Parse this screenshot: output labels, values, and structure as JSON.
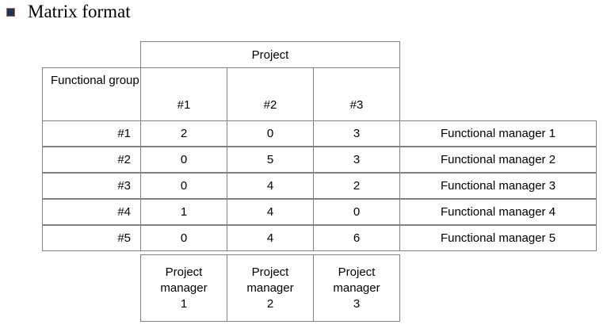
{
  "slide": {
    "title": "Matrix format",
    "bullet_icon": "square-bullet-icon",
    "bullet_color": "#17365D",
    "background_color": "#FFFFFF",
    "border_color": "#808080"
  },
  "table": {
    "project_header": "Project",
    "row_header_label": "Functional group",
    "project_columns": [
      "#1",
      "#2",
      "#3"
    ],
    "rows": [
      {
        "label": "#1",
        "values": [
          "2",
          "0",
          "3"
        ],
        "manager": "Functional manager 1"
      },
      {
        "label": "#2",
        "values": [
          "0",
          "5",
          "3"
        ],
        "manager": "Functional manager 2"
      },
      {
        "label": "#3",
        "values": [
          "0",
          "4",
          "2"
        ],
        "manager": "Functional manager 3"
      },
      {
        "label": "#4",
        "values": [
          "1",
          "4",
          "0"
        ],
        "manager": "Functional manager 4"
      },
      {
        "label": "#5",
        "values": [
          "0",
          "4",
          "6"
        ],
        "manager": "Functional manager 5"
      }
    ],
    "project_managers": [
      {
        "line1": "Project",
        "line2": "manager",
        "line3": "1"
      },
      {
        "line1": "Project",
        "line2": "manager",
        "line3": "2"
      },
      {
        "line1": "Project",
        "line2": "manager",
        "line3": "3"
      }
    ]
  }
}
